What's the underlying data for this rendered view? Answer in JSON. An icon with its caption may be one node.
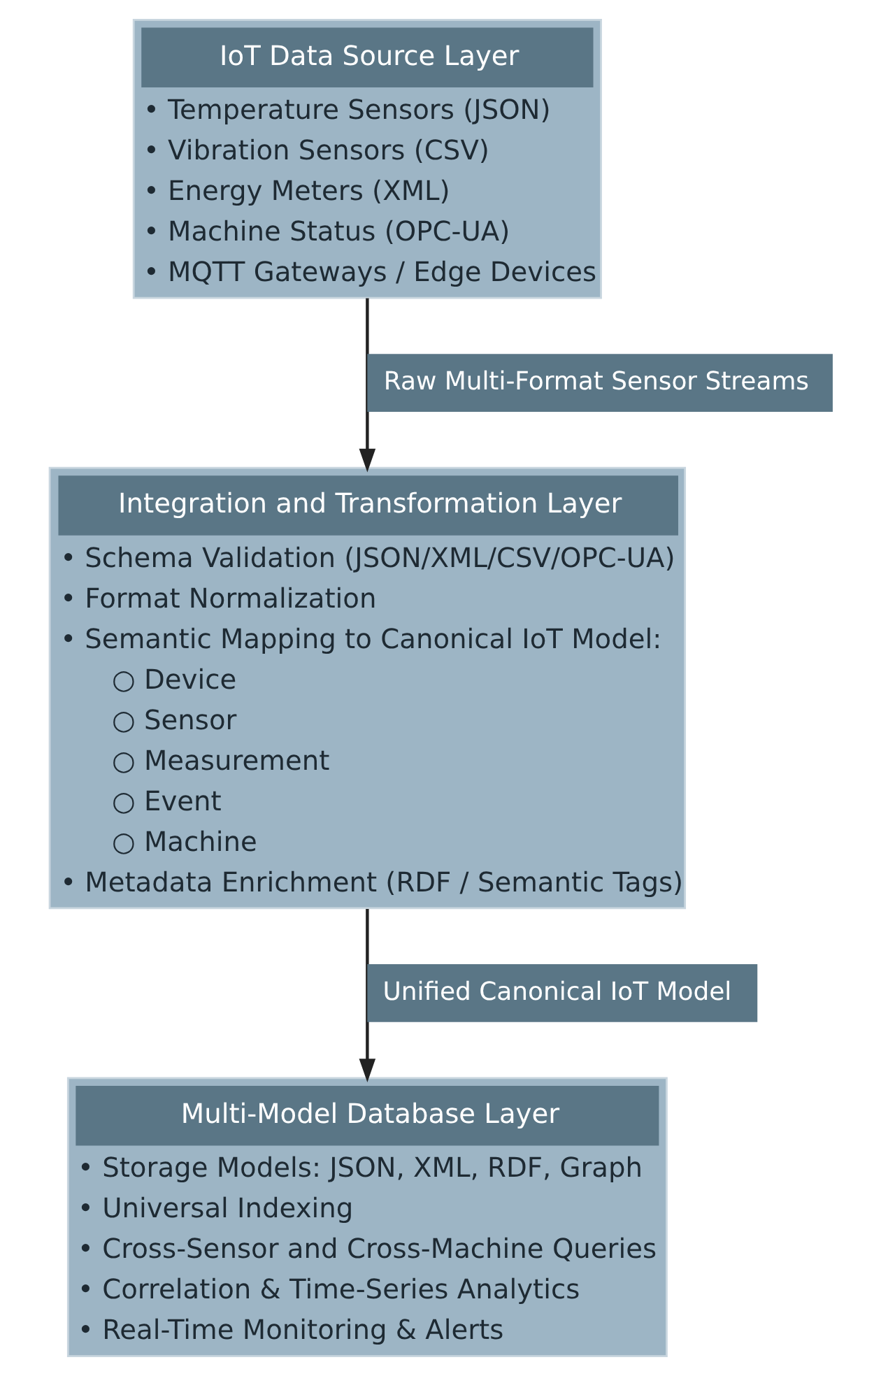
{
  "diagram": {
    "nodes": [
      {
        "text": [
          "IoT Data Source Layer",
          "• Temperature Sensors (JSON)",
          "• Vibration Sensors (CSV)",
          "• Energy Meters (XML)",
          "• Machine Status (OPC-UA)",
          "• MQTT Gateways / Edge Devices"
        ]
      },
      {
        "text": [
          "Integration and Transformation Layer",
          "• Schema Validation (JSON/XML/CSV/OPC-UA)",
          "• Format Normalization",
          "• Semantic Mapping to Canonical IoT Model:",
          "○ Device",
          "○ Sensor",
          "○ Measurement",
          "○ Event",
          "○ Machine",
          "• Metadata Enrichment (RDF / Semantic Tags)"
        ]
      },
      {
        "text": [
          "Multi-Model Database Layer",
          "• Storage Models: JSON, XML, RDF, Graph",
          "• Universal Indexing",
          "• Cross-Sensor and Cross-Machine Queries",
          "• Correlation & Time-Series Analytics",
          "• Real-Time Monitoring & Alerts"
        ]
      }
    ],
    "edges": [
      {
        "from": 0,
        "to": 1,
        "arrow": "to",
        "label": "Raw Multi-Format Sensor Streams"
      },
      {
        "from": 1,
        "to": 2,
        "arrow": "to",
        "label": "Unified Canonical IoT Model"
      }
    ]
  }
}
